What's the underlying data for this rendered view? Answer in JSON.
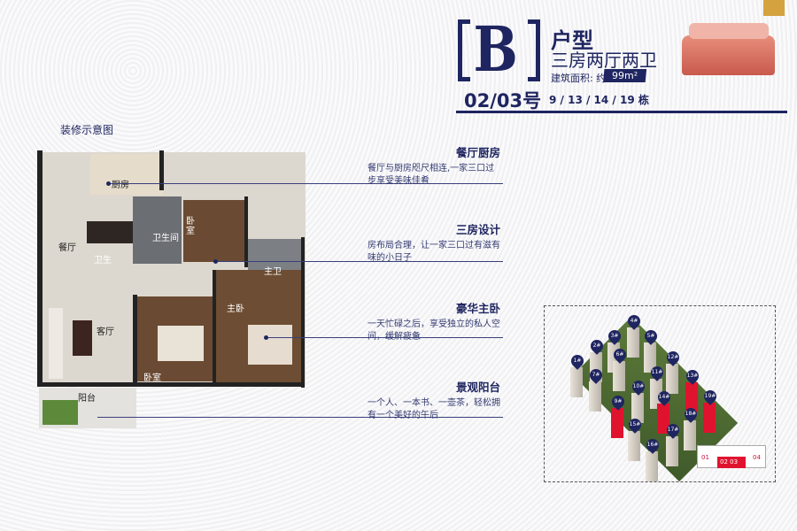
{
  "header": {
    "type_letter": "B",
    "type_label": "户型",
    "layout": "三房两厅两卫",
    "area_label": "建筑面积: 约",
    "area_value": "99m²",
    "unit_no": "02/03号",
    "buildings": "9 / 13 / 14 / 19 栋"
  },
  "plan": {
    "title": "装修示意图",
    "rooms": {
      "kitchen": "厨房",
      "dining": "餐厅",
      "bath": "卫生间",
      "bath2": "卫生",
      "bedroom_top": "卧室",
      "master_bath": "主卫",
      "master_bed": "主卧",
      "living": "客厅",
      "bedroom_bottom": "卧室",
      "balcony": "阳台"
    }
  },
  "features": [
    {
      "title": "餐厅厨房",
      "desc": "餐厅与厨房咫尺相连,一家三口过步享受美味佳肴"
    },
    {
      "title": "三房设计",
      "desc": "房布局合理，让一家三口过有滋有味的小日子"
    },
    {
      "title": "豪华主卧",
      "desc": "一天忙碌之后，享受独立的私人空间，缓解疲惫"
    },
    {
      "title": "景观阳台",
      "desc": "一个人、一本书、一壶茶，轻松拥有一个美好的午后"
    }
  ],
  "site_map": {
    "buildings": [
      "1#",
      "2#",
      "3#",
      "4#",
      "5#",
      "6#",
      "7#",
      "9#",
      "10#",
      "11#",
      "12#",
      "13#",
      "14#",
      "15#",
      "16#",
      "17#",
      "18#",
      "19#"
    ],
    "highlighted": [
      "9#",
      "13#",
      "14#",
      "19#"
    ],
    "key_units": [
      "01",
      "02",
      "03",
      "04"
    ],
    "selected_units": [
      "02",
      "03"
    ],
    "highlight_color": "#e0132f",
    "pin_color": "#1f2560"
  }
}
